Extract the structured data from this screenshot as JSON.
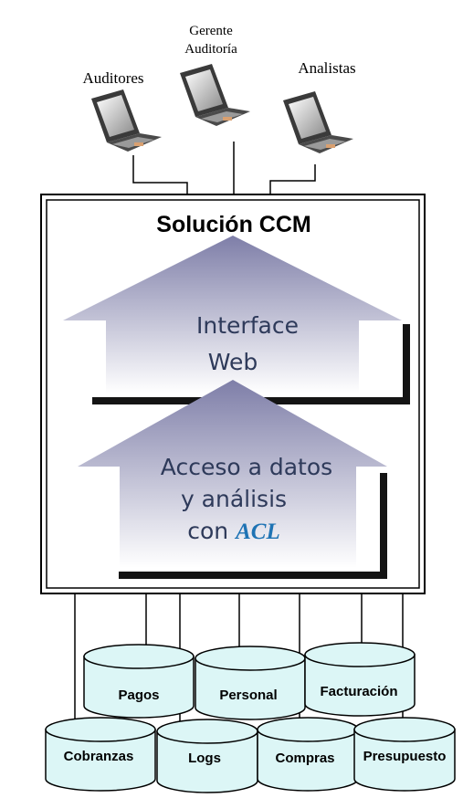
{
  "users": {
    "auditores": "Auditores",
    "gerente_line1": "Gerente",
    "gerente_line2": "Auditoría",
    "analistas": "Analistas"
  },
  "solution": {
    "title": "Solución CCM",
    "interface_line1": "Interface",
    "interface_line2": "Web",
    "access_line1": "Acceso a datos",
    "access_line2": "y análisis",
    "access_line3_prefix": "con",
    "access_line3_brand": "ACL"
  },
  "databases_back": [
    "Pagos",
    "Personal",
    "Facturación"
  ],
  "databases_front": [
    "Cobranzas",
    "Logs",
    "Compras",
    "Presupuesto"
  ],
  "colors": {
    "arrow_top": "#7e7ea8",
    "arrow_bottom": "#ffffff",
    "db_fill": "#dcf6f6",
    "acl_brand": "#1e73b4",
    "box_border": "#000000"
  }
}
